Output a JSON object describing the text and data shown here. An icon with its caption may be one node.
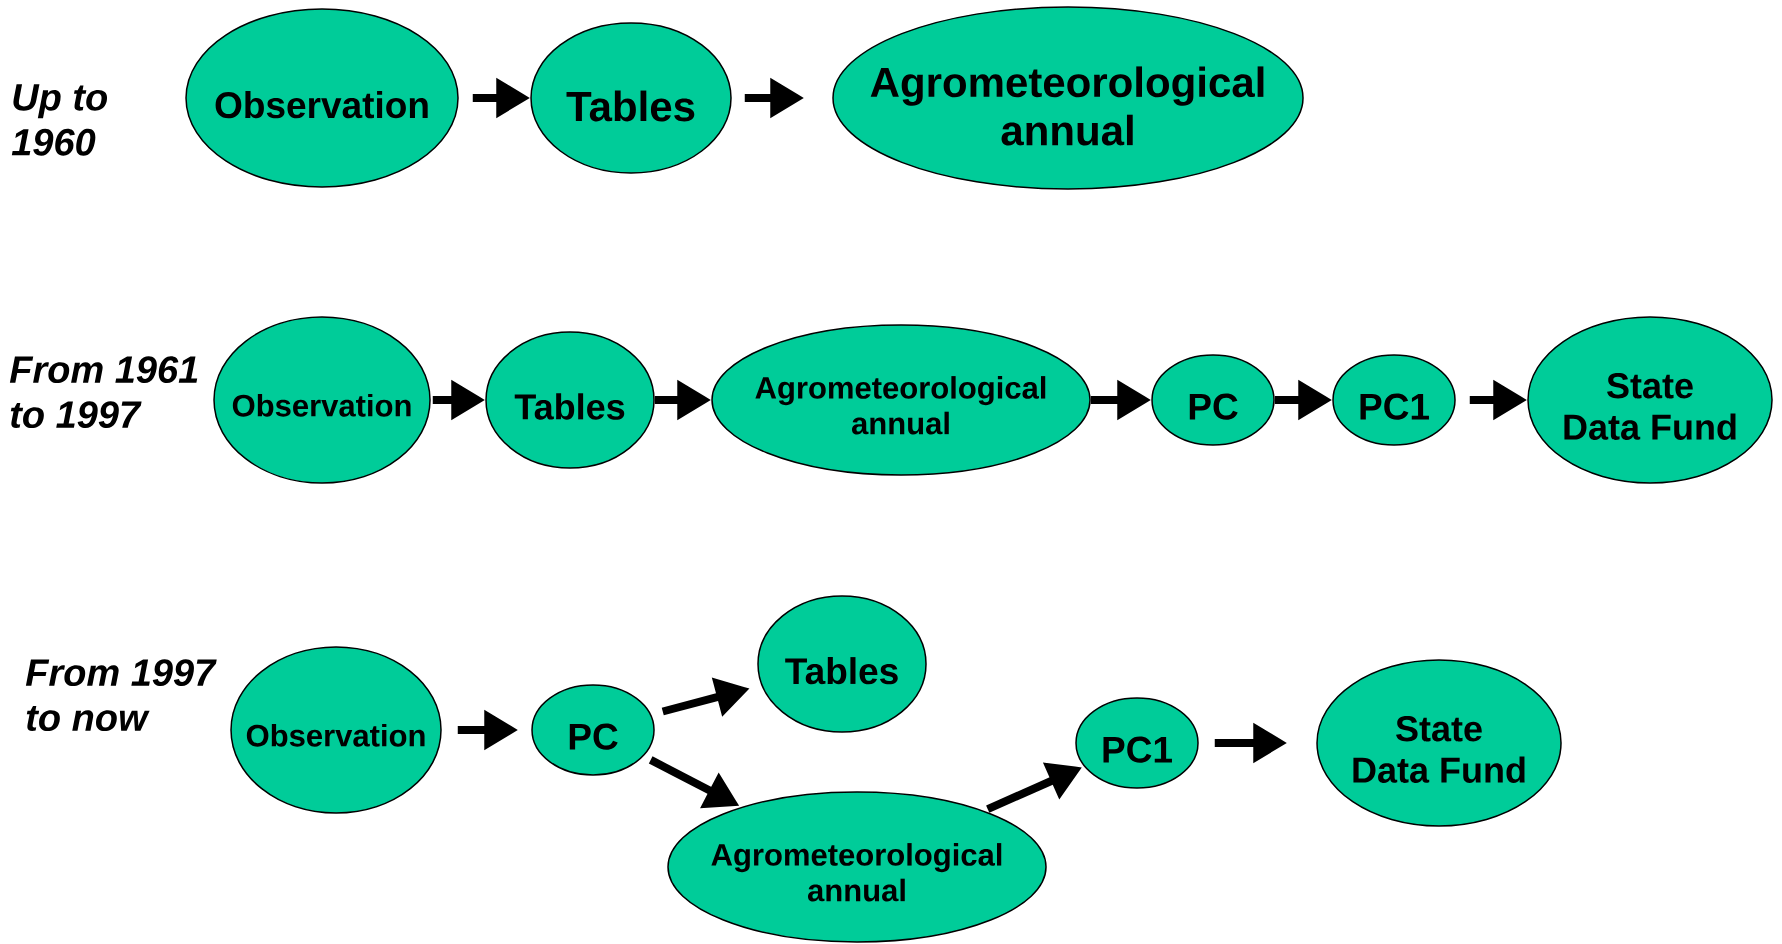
{
  "diagram": {
    "nodes": [
      {
        "text": [
          "Observation"
        ]
      },
      {
        "text": [
          "Tables"
        ]
      },
      {
        "text": [
          "Agrometeorological annual"
        ]
      },
      {
        "text": [
          "Observation"
        ]
      },
      {
        "text": [
          "Tables"
        ]
      },
      {
        "text": [
          "Agrometeorological annual"
        ]
      },
      {
        "text": [
          "PC"
        ]
      },
      {
        "text": [
          "PC1"
        ]
      },
      {
        "text": [
          "State Data Fund"
        ]
      },
      {
        "text": [
          "Observation"
        ]
      },
      {
        "text": [
          "PC"
        ]
      },
      {
        "text": [
          "Tables"
        ]
      },
      {
        "text": [
          "Agrometeorological annual"
        ]
      },
      {
        "text": [
          "PC1"
        ]
      },
      {
        "text": [
          "State Data Fund"
        ]
      }
    ],
    "edges": [
      {
        "from": 0,
        "to": 1,
        "arrow": "to"
      },
      {
        "from": 1,
        "to": 2,
        "arrow": "to"
      },
      {
        "from": 3,
        "to": 4,
        "arrow": "to"
      },
      {
        "from": 4,
        "to": 5,
        "arrow": "to"
      },
      {
        "from": 5,
        "to": 6,
        "arrow": "to"
      },
      {
        "from": 6,
        "to": 7,
        "arrow": "to"
      },
      {
        "from": 7,
        "to": 8,
        "arrow": "to"
      },
      {
        "from": 9,
        "to": 10,
        "arrow": "to"
      },
      {
        "from": 10,
        "to": 11,
        "arrow": "to"
      },
      {
        "from": 10,
        "to": 12,
        "arrow": "to"
      },
      {
        "from": 12,
        "to": 13,
        "arrow": "to"
      },
      {
        "from": 13,
        "to": 14,
        "arrow": "to"
      }
    ],
    "labels": [
      "Up to 1960",
      "From 1961 to 1997",
      "From 1997 to now"
    ]
  }
}
